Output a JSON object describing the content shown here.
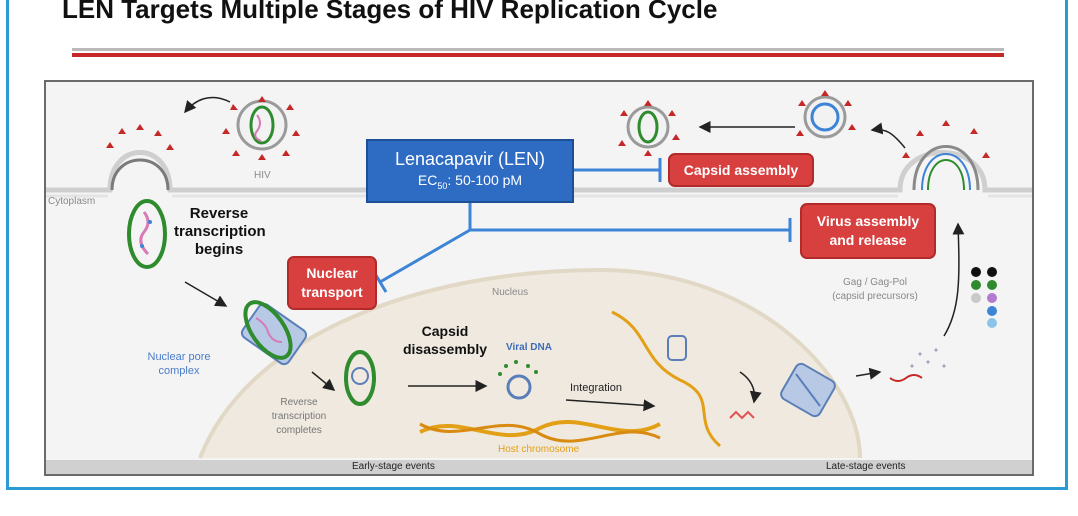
{
  "title": "LEN Targets Multiple Stages of HIV Replication Cycle",
  "drug_box": {
    "name": "Lenacapavir (LEN)",
    "ec_prefix": "EC",
    "ec_sub": "50",
    "ec_suffix": ": 50-100 pM"
  },
  "targets": {
    "capsid_assembly": "Capsid assembly",
    "virus_assembly_line1": "Virus assembly",
    "virus_assembly_line2": "and release",
    "nuclear_transport_line1": "Nuclear",
    "nuclear_transport_line2": "transport"
  },
  "labels": {
    "hiv": "HIV",
    "cytoplasm": "Cytoplasm",
    "nucleus": "Nucleus",
    "rt_begins_1": "Reverse",
    "rt_begins_2": "transcription",
    "rt_begins_3": "begins",
    "nuclear_pore_1": "Nuclear pore",
    "nuclear_pore_2": "complex",
    "rt_complete_1": "Reverse",
    "rt_complete_2": "transcription",
    "rt_complete_3": "completes",
    "capsid_disassembly_1": "Capsid",
    "capsid_disassembly_2": "disassembly",
    "viral_dna": "Viral DNA",
    "integration": "Integration",
    "host_chromosome": "Host chromosome",
    "gag_1": "Gag / Gag-Pol",
    "gag_2": "(capsid precursors)"
  },
  "footer": {
    "early": "Early-stage events",
    "late": "Late-stage events"
  },
  "colors": {
    "frame": "#2b9bd6",
    "accent_red": "#c62828",
    "target_red": "#d84040",
    "drug_blue": "#2e6cc4",
    "inhibit_line": "#3d84d6",
    "capsid_green": "#2e8b2e"
  }
}
